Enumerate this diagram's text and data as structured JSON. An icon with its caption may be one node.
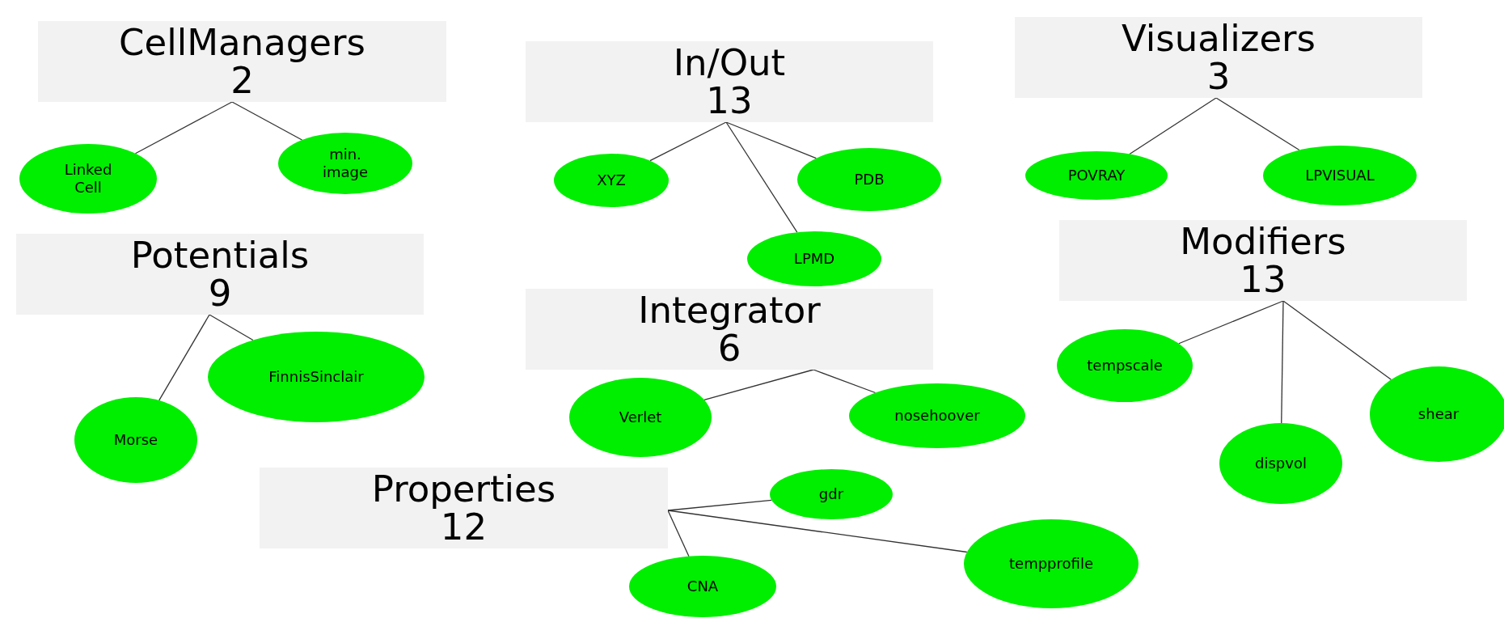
{
  "diagram": {
    "nodes": [
      {
        "text": [
          "CellManagers",
          "2"
        ]
      },
      {
        "text": [
          "Linked Cell"
        ]
      },
      {
        "text": [
          "min. image"
        ]
      },
      {
        "text": [
          "In/Out",
          "13"
        ]
      },
      {
        "text": [
          "XYZ"
        ]
      },
      {
        "text": [
          "PDB"
        ]
      },
      {
        "text": [
          "LPMD"
        ]
      },
      {
        "text": [
          "Visualizers",
          "3"
        ]
      },
      {
        "text": [
          "POVRAY"
        ]
      },
      {
        "text": [
          "LPVISUAL"
        ]
      },
      {
        "text": [
          "Potentials",
          "9"
        ]
      },
      {
        "text": [
          "Morse"
        ]
      },
      {
        "text": [
          "FinnisSinclair"
        ]
      },
      {
        "text": [
          "Integrator",
          "6"
        ]
      },
      {
        "text": [
          "Verlet"
        ]
      },
      {
        "text": [
          "nosehoover"
        ]
      },
      {
        "text": [
          "Modifiers",
          "13"
        ]
      },
      {
        "text": [
          "tempscale"
        ]
      },
      {
        "text": [
          "dispvol"
        ]
      },
      {
        "text": [
          "shear"
        ]
      },
      {
        "text": [
          "Properties",
          "12"
        ]
      },
      {
        "text": [
          "gdr"
        ]
      },
      {
        "text": [
          "CNA"
        ]
      },
      {
        "text": [
          "tempprofile"
        ]
      }
    ],
    "edges": [
      {
        "from": 0,
        "to": 1,
        "arrow": "none"
      },
      {
        "from": 0,
        "to": 2,
        "arrow": "none"
      },
      {
        "from": 3,
        "to": 4,
        "arrow": "none"
      },
      {
        "from": 3,
        "to": 5,
        "arrow": "none"
      },
      {
        "from": 3,
        "to": 6,
        "arrow": "none"
      },
      {
        "from": 7,
        "to": 8,
        "arrow": "none"
      },
      {
        "from": 7,
        "to": 9,
        "arrow": "none"
      },
      {
        "from": 10,
        "to": 11,
        "arrow": "none"
      },
      {
        "from": 10,
        "to": 12,
        "arrow": "none"
      },
      {
        "from": 13,
        "to": 14,
        "arrow": "none"
      },
      {
        "from": 13,
        "to": 15,
        "arrow": "none"
      },
      {
        "from": 16,
        "to": 17,
        "arrow": "none"
      },
      {
        "from": 16,
        "to": 18,
        "arrow": "none"
      },
      {
        "from": 16,
        "to": 19,
        "arrow": "none"
      },
      {
        "from": 20,
        "to": 21,
        "arrow": "none"
      },
      {
        "from": 20,
        "to": 22,
        "arrow": "none"
      },
      {
        "from": 20,
        "to": 23,
        "arrow": "none"
      }
    ]
  }
}
